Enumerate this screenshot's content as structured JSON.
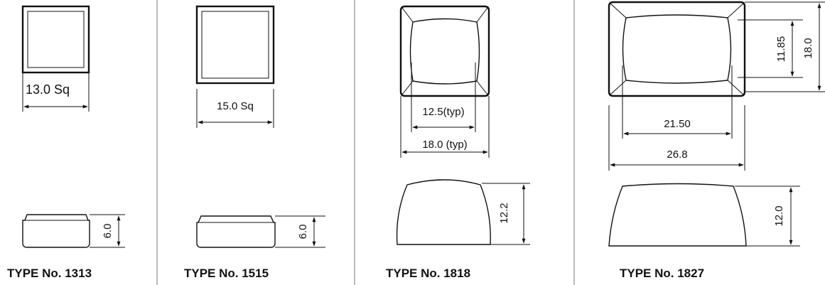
{
  "types": [
    {
      "caption": "TYPE No.  1313",
      "width_dim": "13.0 Sq",
      "height_dim": "6.0"
    },
    {
      "caption": "TYPE No.  1515",
      "width_dim": "15.0 Sq",
      "height_dim": "6.0"
    },
    {
      "caption": "TYPE No.  1818",
      "inner_dim": "12.5(typ)",
      "outer_dim": "18.0  (typ)",
      "height_dim": "12.2"
    },
    {
      "caption": "TYPE No.  1827",
      "inner_width_dim": "21.50",
      "outer_width_dim": "26.8",
      "inner_height_dim": "11.85",
      "outer_height_dim": "18.0",
      "height_dim": "12.0"
    }
  ],
  "colors": {
    "line": "#111111",
    "background": "#ffffff"
  }
}
